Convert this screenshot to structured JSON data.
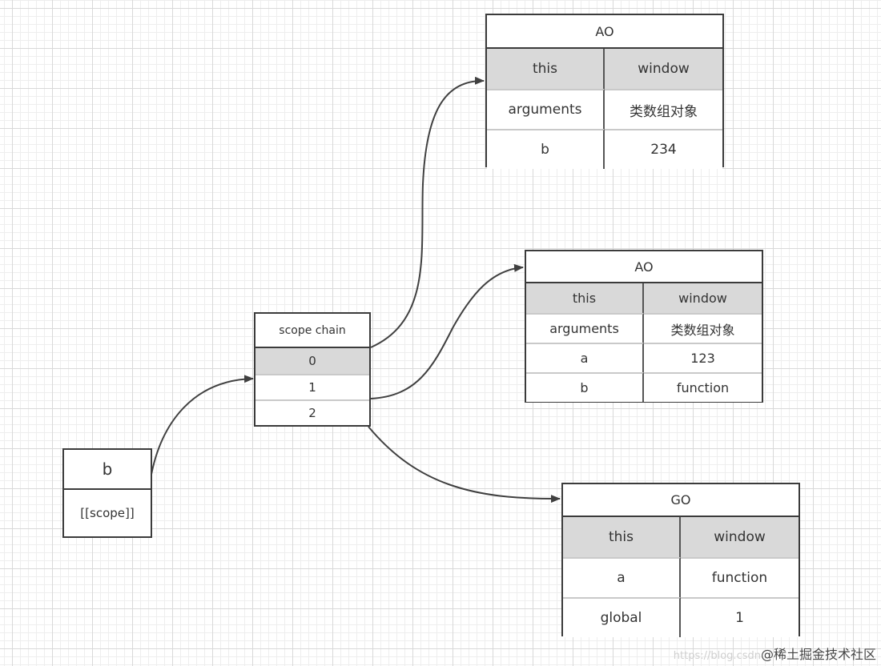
{
  "ao_top": {
    "title": "AO",
    "rows": [
      {
        "key": "this",
        "value": "window"
      },
      {
        "key": "arguments",
        "value": "类数组对象"
      },
      {
        "key": "b",
        "value": "234"
      }
    ]
  },
  "ao_mid": {
    "title": "AO",
    "rows": [
      {
        "key": "this",
        "value": "window"
      },
      {
        "key": "arguments",
        "value": "类数组对象"
      },
      {
        "key": "a",
        "value": "123"
      },
      {
        "key": "b",
        "value": "function"
      }
    ]
  },
  "go": {
    "title": "GO",
    "rows": [
      {
        "key": "this",
        "value": "window"
      },
      {
        "key": "a",
        "value": "function"
      },
      {
        "key": "global",
        "value": "1"
      }
    ]
  },
  "scope_chain": {
    "title": "scope chain",
    "items": [
      "0",
      "1",
      "2"
    ]
  },
  "b_box": {
    "title": "b",
    "scope": "[[scope]]"
  },
  "watermark": {
    "url": "https://blog.csdn",
    "site": "@稀土掘金技术社区"
  },
  "colors": {
    "header_row": "#d9d9d9",
    "border": "#3b3b3b",
    "arrow": "#404040"
  }
}
